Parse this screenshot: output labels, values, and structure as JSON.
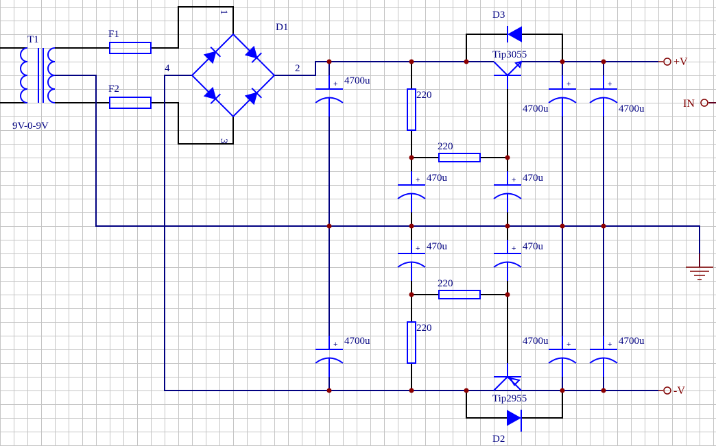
{
  "colors": {
    "wire": "#000080",
    "component": "#0000ff",
    "port": "#800000",
    "junction": "#8b0000",
    "grid": "#c4c4c4"
  },
  "transformer": {
    "ref": "T1",
    "rating": "9V-0-9V"
  },
  "fuses": [
    "F1",
    "F2"
  ],
  "bridge": {
    "ref": "D1",
    "pins": [
      "1",
      "2",
      "3",
      "4"
    ]
  },
  "transistors": {
    "upper": "Tip3055",
    "lower": "Tip2955"
  },
  "diodes": {
    "upper": "D3",
    "lower": "D2"
  },
  "capacitors": {
    "big": "4700u",
    "small": "470u"
  },
  "resistors": {
    "value": "220"
  },
  "ports": {
    "pos": "+V",
    "neg": "-V",
    "in": "IN"
  }
}
